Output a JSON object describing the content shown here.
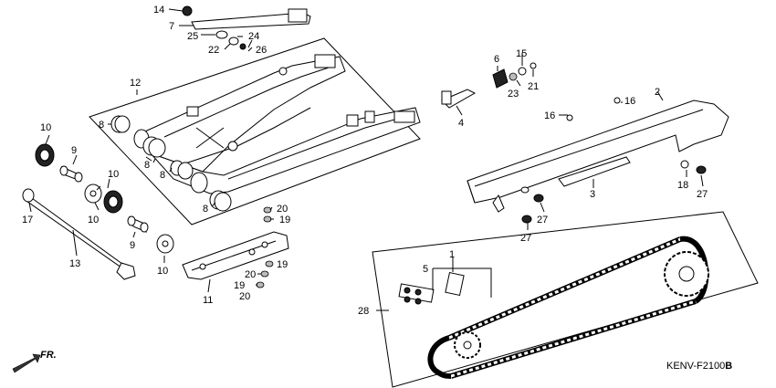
{
  "diagram": {
    "code": "KENV-F2100",
    "code_suffix": "B",
    "direction_label": "FR.",
    "callouts": {
      "c14": "14",
      "c7": "7",
      "c25": "25",
      "c24": "24",
      "c22": "22",
      "c26": "26",
      "c12": "12",
      "c8a": "8",
      "c8b": "8",
      "c8c": "8",
      "c8d": "8",
      "c10a": "10",
      "c9a": "9",
      "c10b": "10",
      "c10c": "10",
      "c17": "17",
      "c9b": "9",
      "c10d": "10",
      "c13": "13",
      "c11": "11",
      "c20a": "20",
      "c19a": "19",
      "c19b": "19",
      "c20b": "20",
      "c19c": "19",
      "c20c": "20",
      "c6": "6",
      "c15": "15",
      "c23": "23",
      "c21": "21",
      "c4": "4",
      "c16a": "16",
      "c16b": "16",
      "c2": "2",
      "c18": "18",
      "c27a": "27",
      "c3": "3",
      "c27b": "27",
      "c27c": "27",
      "c1": "1",
      "c5": "5",
      "c28": "28"
    }
  }
}
